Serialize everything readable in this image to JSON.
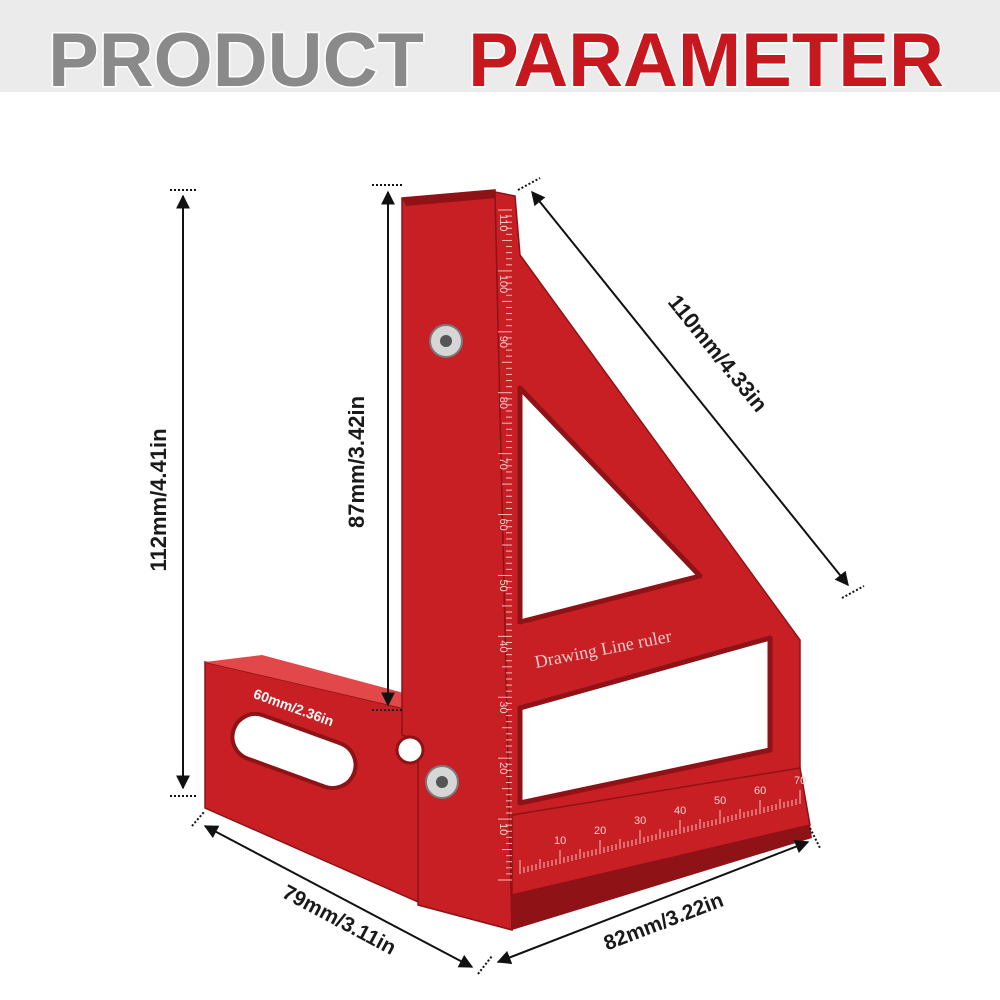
{
  "header": {
    "title_part1": "PRODUCT",
    "title_part2": "PARAMETER",
    "color_part1": "#8a8a8a",
    "color_part2": "#c8181f",
    "band_color": "#ebebeb"
  },
  "product": {
    "engraving": "Drawing Line ruler",
    "body_color": "#c71f24",
    "shadow_color": "#8e1216",
    "highlight_color": "#e2474a",
    "vertical_scale": [
      "10",
      "20",
      "30",
      "40",
      "50",
      "60",
      "70",
      "80",
      "90",
      "100",
      "110"
    ],
    "horizontal_scale": [
      "10",
      "20",
      "30",
      "40",
      "50",
      "60",
      "70"
    ]
  },
  "dimensions": {
    "total_height": "112mm/4.41in",
    "inner_height": "87mm/3.42in",
    "hypotenuse": "110mm/4.33in",
    "base_depth": "79mm/3.11in",
    "base_width": "82mm/3.22in",
    "foot_length": "60mm/2.36in"
  }
}
